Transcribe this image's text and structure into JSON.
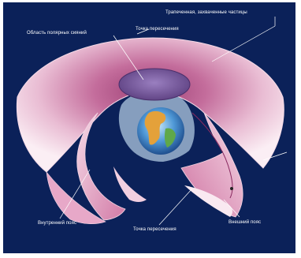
{
  "diagram": {
    "labels": {
      "trapped_particles": "Трапеченная, захваченные частицы",
      "auroral_region": "Область полярных сияний",
      "neutral_sheet": "Точка пересечения",
      "inner_belt": "Внутренний пояс",
      "slot_region": "Точка пересечения",
      "outer_belt": "Внешний пояс"
    },
    "colors": {
      "background": "#0b2159",
      "belt_light": "#f7e4ee",
      "belt_mid": "#d98bb2",
      "belt_dark": "#8a2b61",
      "auroral_oval": "#7b5a9c",
      "earth_ocean": "#3d84c9",
      "earth_land": "#e0a33a",
      "leader_line": "#ffffff"
    }
  }
}
